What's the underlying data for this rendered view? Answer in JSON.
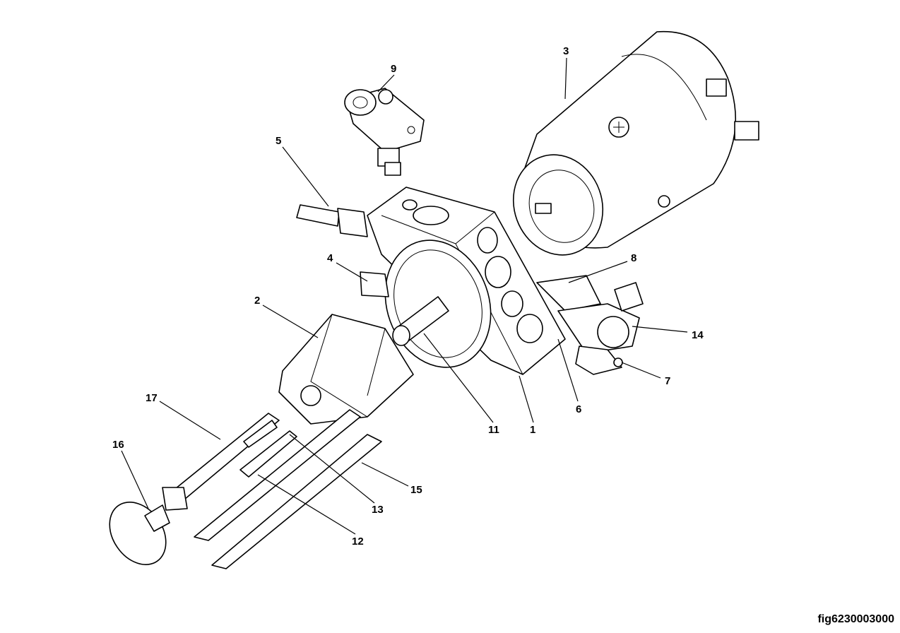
{
  "figure": {
    "id": "fig6230003000",
    "callouts": [
      "1",
      "2",
      "3",
      "4",
      "5",
      "6",
      "7",
      "8",
      "9",
      "11",
      "12",
      "13",
      "14",
      "15",
      "16",
      "17"
    ]
  }
}
